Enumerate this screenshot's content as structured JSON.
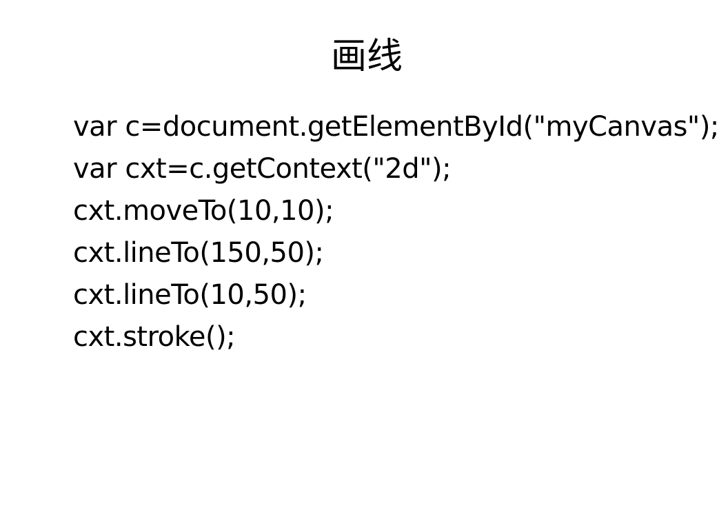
{
  "slide": {
    "title": "画线",
    "code_lines": [
      "var c=document.getElementById(\"myCanvas\");",
      "var cxt=c.getContext(\"2d\");",
      "cxt.moveTo(10,10);",
      "cxt.lineTo(150,50);",
      "cxt.lineTo(10,50);",
      "cxt.stroke();"
    ]
  }
}
